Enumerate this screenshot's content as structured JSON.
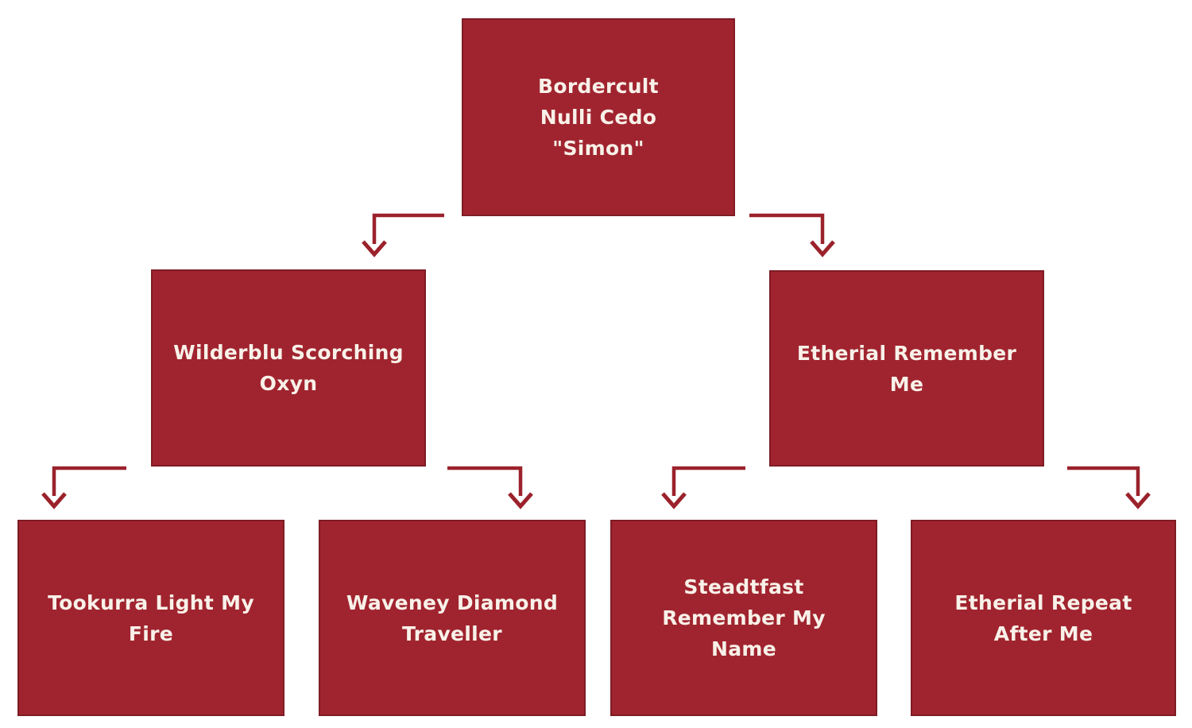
{
  "diagram": {
    "type": "family-tree",
    "colors": {
      "background": "#ffffff",
      "node_fill": "#a0242f",
      "node_border": "#7e1c24",
      "connector": "#9b222c",
      "text": "#f8f1e9"
    },
    "nodes": {
      "root": {
        "name": "Bordercult Nulli Cedo \"Simon\"",
        "lines": [
          "Bordercult",
          "Nulli Cedo",
          "\"Simon\""
        ]
      },
      "wilderblu": {
        "name": "Wilderblu Scorching Oxyn",
        "lines": [
          "Wilderblu Scorching",
          "Oxyn"
        ]
      },
      "etherial_remember_me": {
        "name": "Etherial Remember Me",
        "lines": [
          "Etherial Remember",
          "Me"
        ]
      },
      "tookurra": {
        "name": "Tookurra Light My Fire",
        "lines": [
          "Tookurra Light My",
          "Fire"
        ]
      },
      "waveney": {
        "name": "Waveney Diamond Traveller",
        "lines": [
          "Waveney Diamond",
          "Traveller"
        ]
      },
      "steadtfast": {
        "name": "Steadtfast Remember My Name",
        "lines": [
          "Steadtfast",
          "Remember My",
          "Name"
        ]
      },
      "etherial_repeat": {
        "name": "Etherial Repeat After Me",
        "lines": [
          "Etherial Repeat",
          "After Me"
        ]
      }
    },
    "edges": [
      {
        "from": "root",
        "to": "wilderblu"
      },
      {
        "from": "root",
        "to": "etherial_remember_me"
      },
      {
        "from": "wilderblu",
        "to": "tookurra"
      },
      {
        "from": "wilderblu",
        "to": "waveney"
      },
      {
        "from": "etherial_remember_me",
        "to": "steadtfast"
      },
      {
        "from": "etherial_remember_me",
        "to": "etherial_repeat"
      }
    ]
  }
}
